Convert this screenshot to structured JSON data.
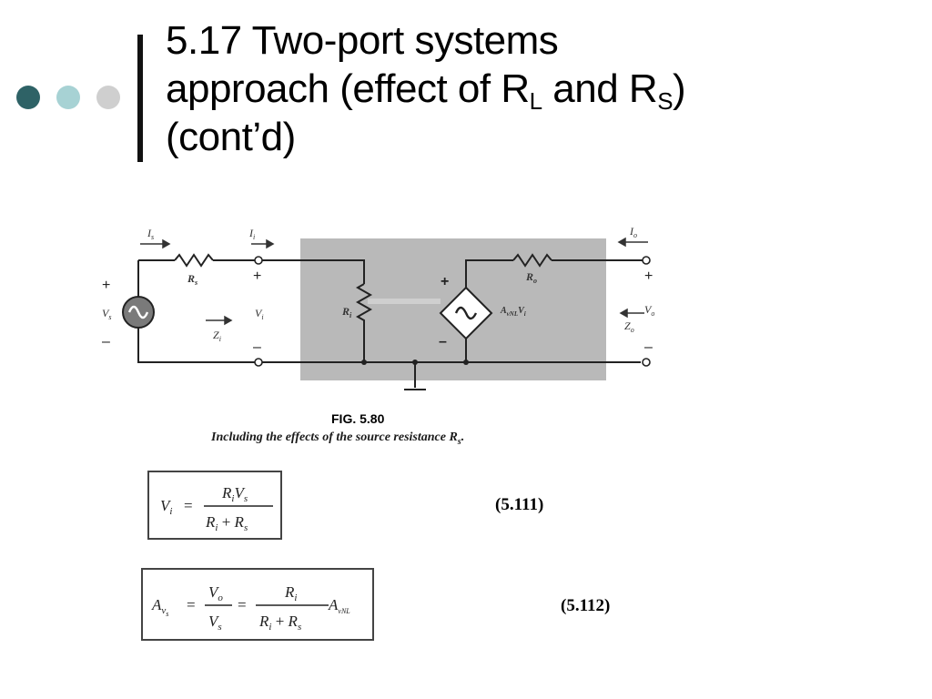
{
  "slide": {
    "title_line1": "5.17 Two-port systems",
    "title_line2_a": "approach (effect of R",
    "title_sub_L": "L",
    "title_line2_b": " and R",
    "title_sub_S": "S",
    "title_line2_c": ")",
    "title_line3": "(cont’d)",
    "bullet_colors": [
      "#2e6266",
      "#a7d2d4",
      "#cfcfcf"
    ]
  },
  "figure": {
    "number": "FIG. 5.80",
    "caption": "Including the effects of the source resistance R",
    "caption_sub": "s",
    "caption_end": ".",
    "labels": {
      "Is": "I",
      "Is_sub": "s",
      "Ii": "I",
      "Ii_sub": "i",
      "Io": "I",
      "Io_sub": "o",
      "Rs": "R",
      "Rs_sub": "s",
      "Ri": "R",
      "Ri_sub": "i",
      "Ro": "R",
      "Ro_sub": "o",
      "Vs": "V",
      "Vs_sub": "s",
      "Vi": "V",
      "Vi_sub": "i",
      "Vo": "V",
      "Vo_sub": "o",
      "Zi": "Z",
      "Zi_sub": "i",
      "Zo": "Z",
      "Zo_sub": "o",
      "gain_A": "A",
      "gain_sub": "vNL",
      "gain_V": "V",
      "gain_Vsub": "i",
      "plus": "+",
      "minus": "–"
    }
  },
  "equations": {
    "eq1": {
      "lhs": "V",
      "lhs_sub": "i",
      "equals": "=",
      "num_a": "R",
      "num_a_sub": "i",
      "num_b": "V",
      "num_b_sub": "s",
      "den_a": "R",
      "den_a_sub": "i",
      "den_plus": " + ",
      "den_b": "R",
      "den_b_sub": "s",
      "number": "(5.111)"
    },
    "eq2": {
      "lhs": "A",
      "lhs_sub": "v",
      "lhs_subsub": "s",
      "equals": "=",
      "f1_num": "V",
      "f1_num_sub": "o",
      "f1_den": "V",
      "f1_den_sub": "s",
      "equals2": "=",
      "f2_num": "R",
      "f2_num_sub": "i",
      "f2_den_a": "R",
      "f2_den_a_sub": "i",
      "f2_den_plus": " + ",
      "f2_den_b": "R",
      "f2_den_b_sub": "s",
      "tail": "A",
      "tail_sub": "vNL",
      "number": "(5.112)"
    }
  }
}
